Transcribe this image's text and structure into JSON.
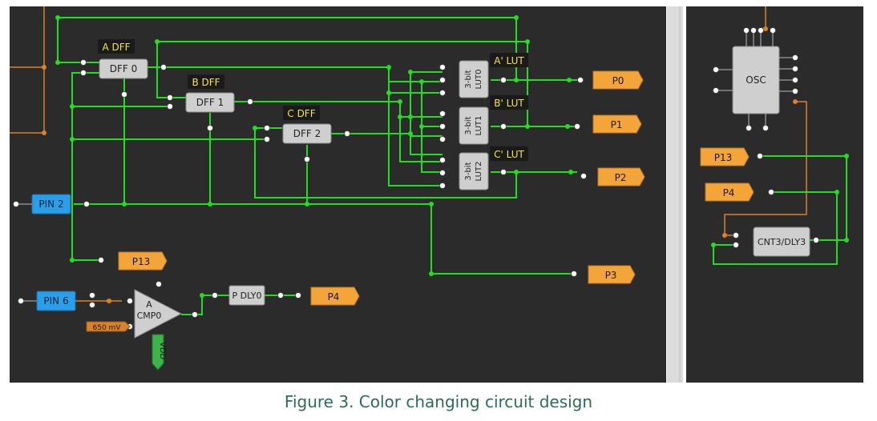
{
  "caption": "Figure 3. Color changing circuit design",
  "colors": {
    "canvas": "#2b2b2b",
    "wire_active": "#22dd22",
    "wire_orange": "#d9822b",
    "pin_blue": "#2a9ee8",
    "port_orange": "#f4a53a",
    "block_grey": "#cfcfcf",
    "label_yellow": "#f7e34a",
    "vdd_green": "#3cb44b"
  },
  "dff": {
    "a_label": "A DFF",
    "b_label": "B DFF",
    "c_label": "C DFF",
    "dff0": "DFF 0",
    "dff1": "DFF 1",
    "dff2": "DFF 2"
  },
  "lut": {
    "a_label": "A' LUT",
    "b_label": "B' LUT",
    "c_label": "C' LUT",
    "lut0_top": "3-bit",
    "lut0_bottom": "LUT0",
    "lut1_top": "3-bit",
    "lut1_bottom": "LUT1",
    "lut2_top": "3-bit",
    "lut2_bottom": "LUT2"
  },
  "ports": {
    "p0": "P0",
    "p1": "P1",
    "p2": "P2",
    "p3": "P3",
    "p4": "P4",
    "p13": "P13",
    "p13_right": "P13",
    "p4_right": "P4"
  },
  "pins": {
    "pin2": "PIN 2",
    "pin6": "PIN 6"
  },
  "cmp": {
    "top": "A",
    "bottom": "CMP0",
    "ref": "650 mV",
    "vdd": "VDD"
  },
  "dly": {
    "pdly": "P DLY0"
  },
  "osc": {
    "label": "OSC"
  },
  "cnt": {
    "label": "CNT3/DLY3"
  }
}
